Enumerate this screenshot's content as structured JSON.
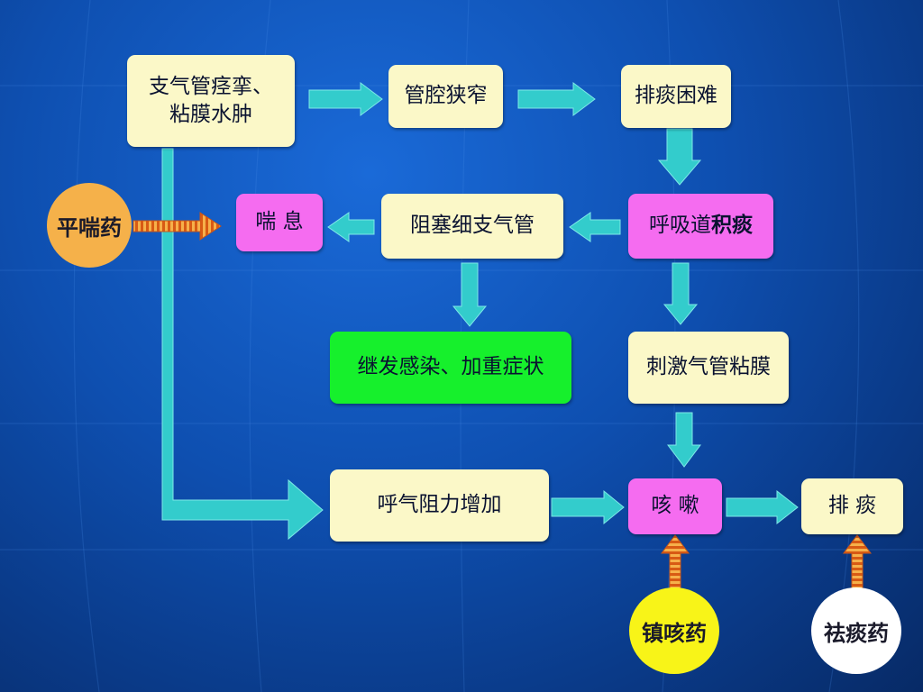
{
  "boxes": {
    "spasm_line1": "支气管痉挛、",
    "spasm_line2": "粘膜水肿",
    "lumen_narrow": "管腔狭窄",
    "sputum_difficulty": "排痰困难",
    "wheeze": "喘 息",
    "bronchiole_block": "阻塞细支气管",
    "sputum_accum_prefix": "呼吸道",
    "sputum_accum_bold": "积痰",
    "infection": "继发感染、加重症状",
    "mucosa_irritation": "刺激气管粘膜",
    "expiratory_resistance": "呼气阻力增加",
    "cough": "咳 嗽",
    "expectoration": "排 痰"
  },
  "drugs": {
    "antiasthmatic": "平喘药",
    "antitussive": "镇咳药",
    "expectorant": "祛痰药"
  },
  "colors": {
    "arrow": "#33cccc",
    "drug_arrow": "#f08a24",
    "box_cream": "#fbf8c8",
    "box_pink": "#f56cf0",
    "box_green": "#16f02c",
    "circle_orange": "#f5b14a",
    "circle_yellow": "#f8f418",
    "circle_white": "#ffffff"
  }
}
